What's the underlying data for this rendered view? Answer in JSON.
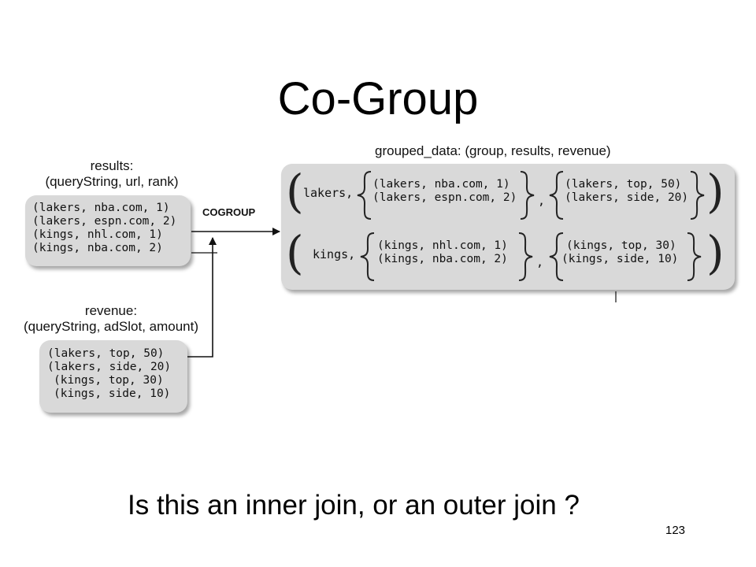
{
  "title": "Co-Group",
  "results": {
    "label_line1": "results:",
    "label_line2": "(queryString, url, rank)",
    "rows": [
      "(lakers, nba.com, 1)",
      "(lakers, espn.com, 2)",
      "(kings, nhl.com, 1)",
      "(kings, nba.com, 2)"
    ]
  },
  "revenue": {
    "label_line1": "revenue:",
    "label_line2": "(queryString, adSlot, amount)",
    "rows": [
      "(lakers, top, 50)",
      "(lakers, side, 20)",
      "(kings, top, 30)",
      "(kings, side, 10)"
    ]
  },
  "operation": "COGROUP",
  "grouped": {
    "label": "grouped_data: (group, results, revenue)",
    "groups": [
      {
        "key": "lakers,",
        "results": [
          "(lakers, nba.com, 1)",
          "(lakers, espn.com, 2)"
        ],
        "revenue": [
          "(lakers, top, 50)",
          "(lakers, side, 20)"
        ]
      },
      {
        "key": "kings,",
        "results": [
          "(kings, nhl.com, 1)",
          "(kings, nba.com, 2)"
        ],
        "revenue": [
          "(kings, top, 30)",
          "(kings, side, 10)"
        ]
      }
    ]
  },
  "question": "Is this an inner join, or an outer join ?",
  "page_number": "123"
}
